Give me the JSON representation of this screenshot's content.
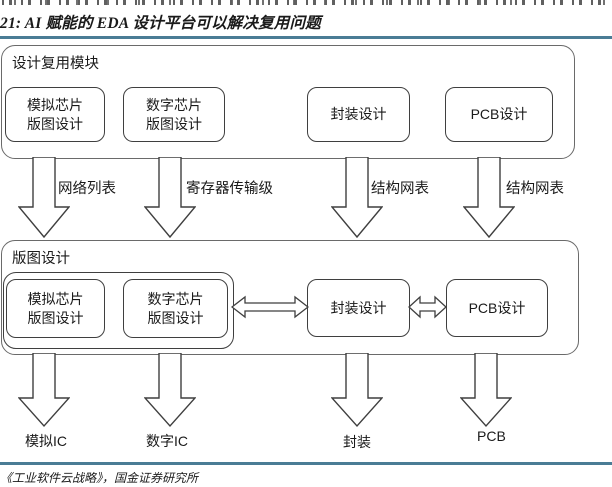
{
  "header": {
    "figure_title": "21:  AI 赋能的 EDA 设计平台可以解决复用问题"
  },
  "colors": {
    "rule": "#4a7c95",
    "shape_outline": "#3f3f3f",
    "container_outline": "#6a6a6a"
  },
  "diagram": {
    "reuse_module": {
      "label": "设计复用模块",
      "boxes": [
        {
          "lines": [
            "模拟芯片",
            "版图设计"
          ]
        },
        {
          "lines": [
            "数字芯片",
            "版图设计"
          ]
        },
        {
          "lines": [
            "封装设计"
          ]
        },
        {
          "lines": [
            "PCB设计"
          ]
        }
      ]
    },
    "flow_labels": [
      {
        "text": "网络列表"
      },
      {
        "text": "寄存器传输级"
      },
      {
        "text": "结构网表"
      },
      {
        "text": "结构网表"
      }
    ],
    "layout_design": {
      "label": "版图设计",
      "boxes": [
        {
          "lines": [
            "模拟芯片",
            "版图设计"
          ]
        },
        {
          "lines": [
            "数字芯片",
            "版图设计"
          ]
        },
        {
          "lines": [
            "封装设计"
          ]
        },
        {
          "lines": [
            "PCB设计"
          ]
        }
      ]
    },
    "outputs": [
      {
        "text": "模拟IC"
      },
      {
        "text": "数字IC"
      },
      {
        "text": "封装"
      },
      {
        "text": "PCB"
      }
    ]
  },
  "footer": {
    "source": "《工业软件云战略》，国金证券研究所"
  }
}
